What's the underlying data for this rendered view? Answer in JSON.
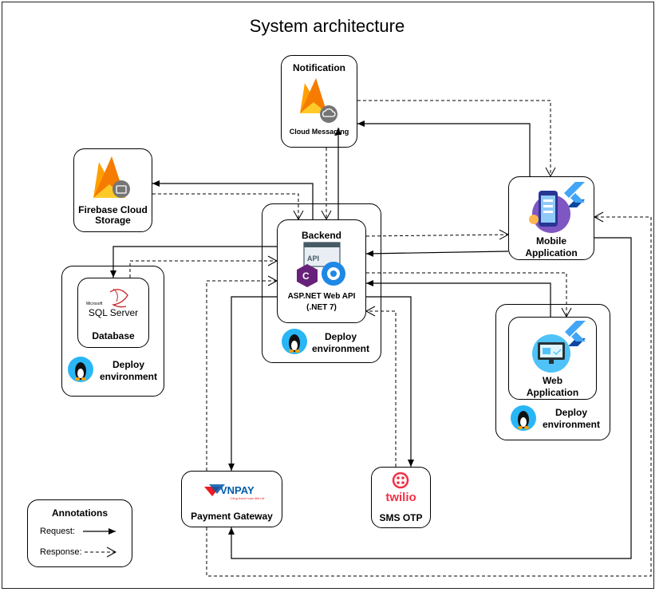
{
  "title": "System architecture",
  "notification": {
    "label": "Notification",
    "sub": "Cloud Messaging"
  },
  "storage": {
    "label_line1": "Firebase Cloud",
    "label_line2": "Storage"
  },
  "backend": {
    "label": "Backend",
    "api_icon_text": "API",
    "tech_line1": "ASP.NET Web API",
    "tech_line2": "(.NET 7)",
    "deploy_line1": "Deploy",
    "deploy_line2": "environment"
  },
  "database": {
    "logo_small": "Microsoft",
    "logo": "SQL Server",
    "label": "Database",
    "deploy_line1": "Deploy",
    "deploy_line2": "environment"
  },
  "mobile": {
    "label_line1": "Mobile",
    "label_line2": "Application"
  },
  "web": {
    "label_line1": "Web",
    "label_line2": "Application",
    "deploy_line1": "Deploy",
    "deploy_line2": "environment"
  },
  "payment": {
    "logo": "VNPAY",
    "logo_tagline": "Cổng thanh toán điện tử",
    "label": "Payment Gateway"
  },
  "sms": {
    "logo": "twilio",
    "label": "SMS OTP"
  },
  "annotations": {
    "title": "Annotations",
    "request": "Request:",
    "response": "Response:"
  },
  "colors": {
    "firebase_yellow": "#FFA000",
    "firebase_orange": "#F57C00",
    "flutter_blue": "#42A5F5",
    "flutter_dark": "#0D47A1",
    "vnpay_red": "#ED1C24",
    "vnpay_blue": "#005BAA",
    "twilio_red": "#F22F46",
    "csharp_purple": "#68217A",
    "gear_blue": "#1E88E5",
    "linux_bg": "#29B6F6"
  },
  "icons": [
    "firebase-icon",
    "cloud-icon",
    "folder-icon",
    "api-window-icon",
    "csharp-icon",
    "gear-icon",
    "linux-penguin-icon",
    "sql-server-icon",
    "flutter-icon",
    "phone-icon",
    "monitor-icon",
    "vnpay-logo",
    "twilio-logo"
  ]
}
